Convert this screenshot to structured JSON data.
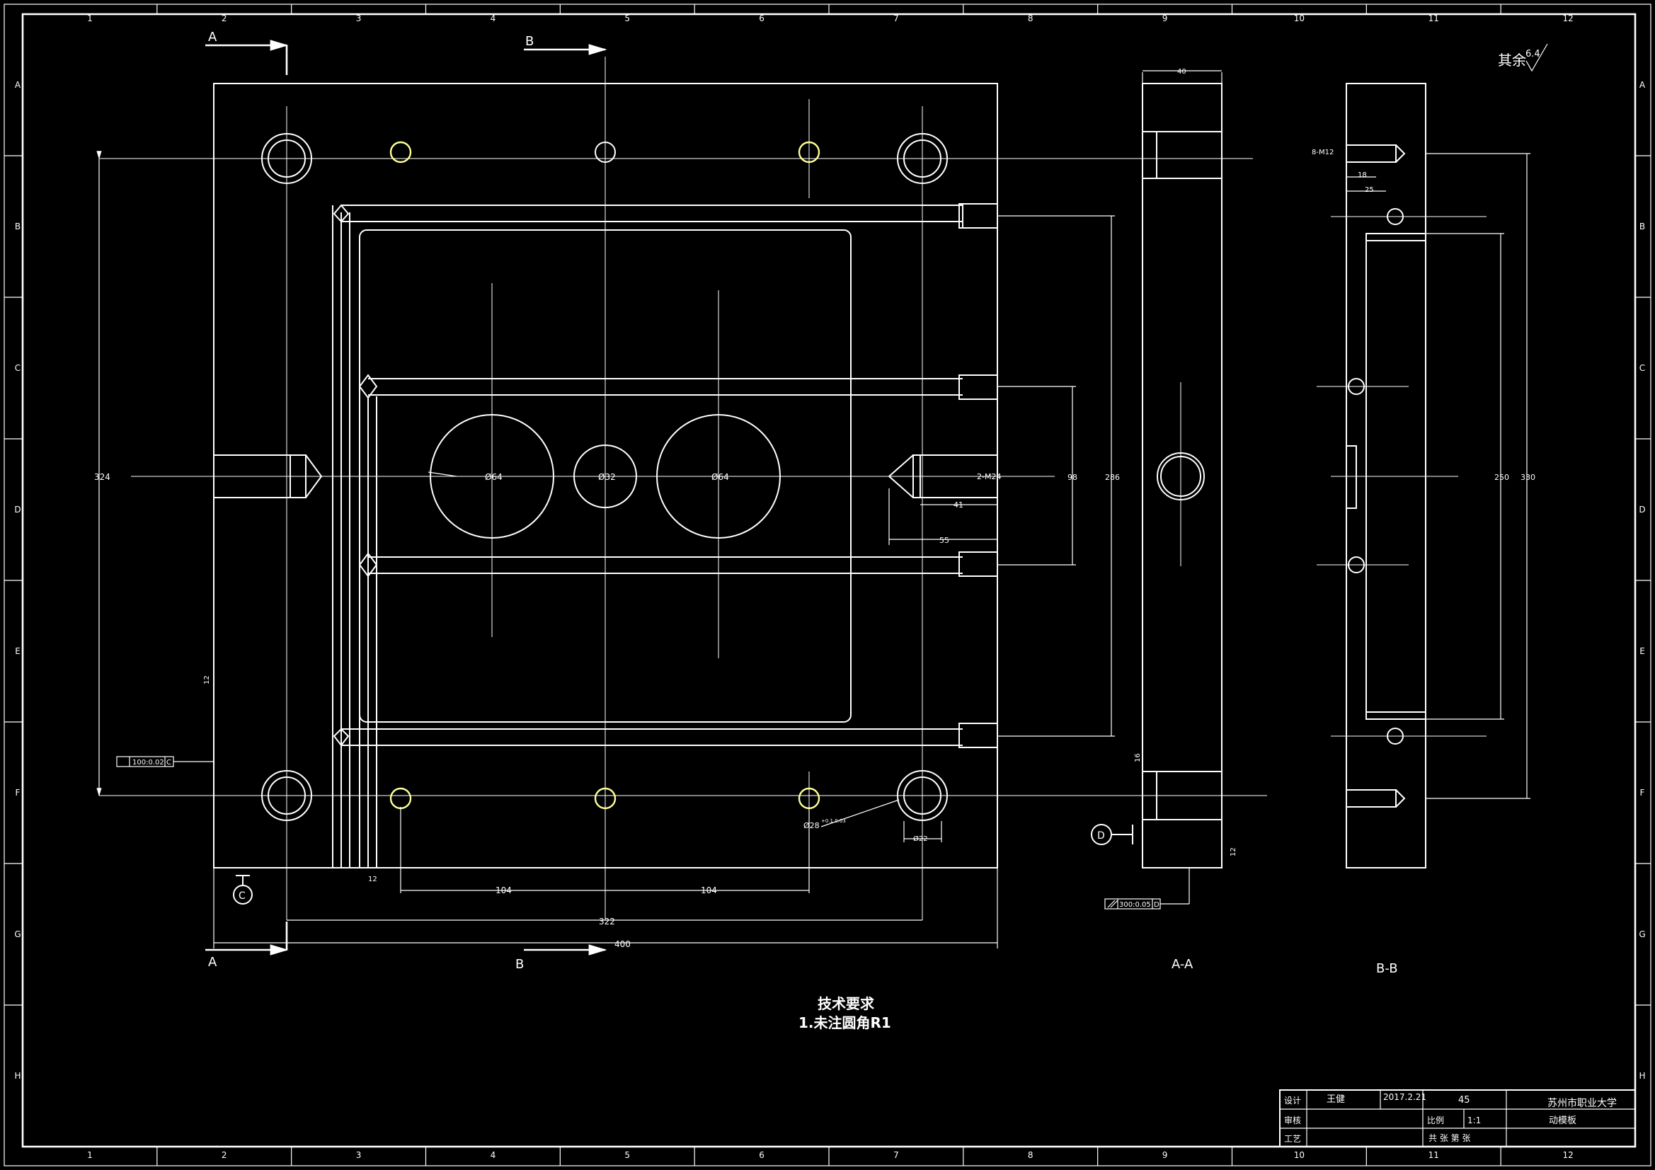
{
  "frame": {
    "col_numbers": [
      "1",
      "2",
      "3",
      "4",
      "5",
      "6",
      "7",
      "8",
      "9",
      "10",
      "11",
      "12"
    ],
    "row_letters": [
      "A",
      "B",
      "C",
      "D",
      "E",
      "F",
      "G",
      "H"
    ]
  },
  "surface_note": {
    "text": "其余",
    "roughness": "6.4"
  },
  "section_marks": {
    "a": "A",
    "b": "B",
    "c": "C",
    "d": "D"
  },
  "views": {
    "aa_label": "A-A",
    "bb_label": "B-B"
  },
  "dims": {
    "d324": "324",
    "d400": "400",
    "d322": "322",
    "d104a": "104",
    "d104b": "104",
    "d41": "41",
    "d55": "55",
    "d98": "98",
    "d2m24": "2-M24",
    "d286": "286",
    "d40": "40",
    "d8m12": "8-M12",
    "d18": "18",
    "d25": "25",
    "d250": "250",
    "d330": "330",
    "phi64a": "Ø64",
    "phi32": "Ø32",
    "phi64b": "Ø64",
    "phi28": "Ø28",
    "phi28_tol": "+0.1\n0.03",
    "phi22": "Ø22",
    "d12a": "12",
    "d12b": "12",
    "d12c": "12",
    "d16": "16",
    "tol1": "100:0.02",
    "tol1_ref": "C",
    "tol2": "300:0.05",
    "tol2_ref": "D"
  },
  "notes": {
    "title": "技术要求",
    "line1": "1.未注圆角R1"
  },
  "title_block": {
    "design_label": "设计",
    "designer": "王健",
    "date": "2017.2.21",
    "material": "45",
    "school": "苏州市职业大学",
    "review_label": "审核",
    "scale_label": "比例",
    "scale": "1:1",
    "part_name": "动模板",
    "process_label": "工艺",
    "sheet_info": "共 张 第 张"
  }
}
